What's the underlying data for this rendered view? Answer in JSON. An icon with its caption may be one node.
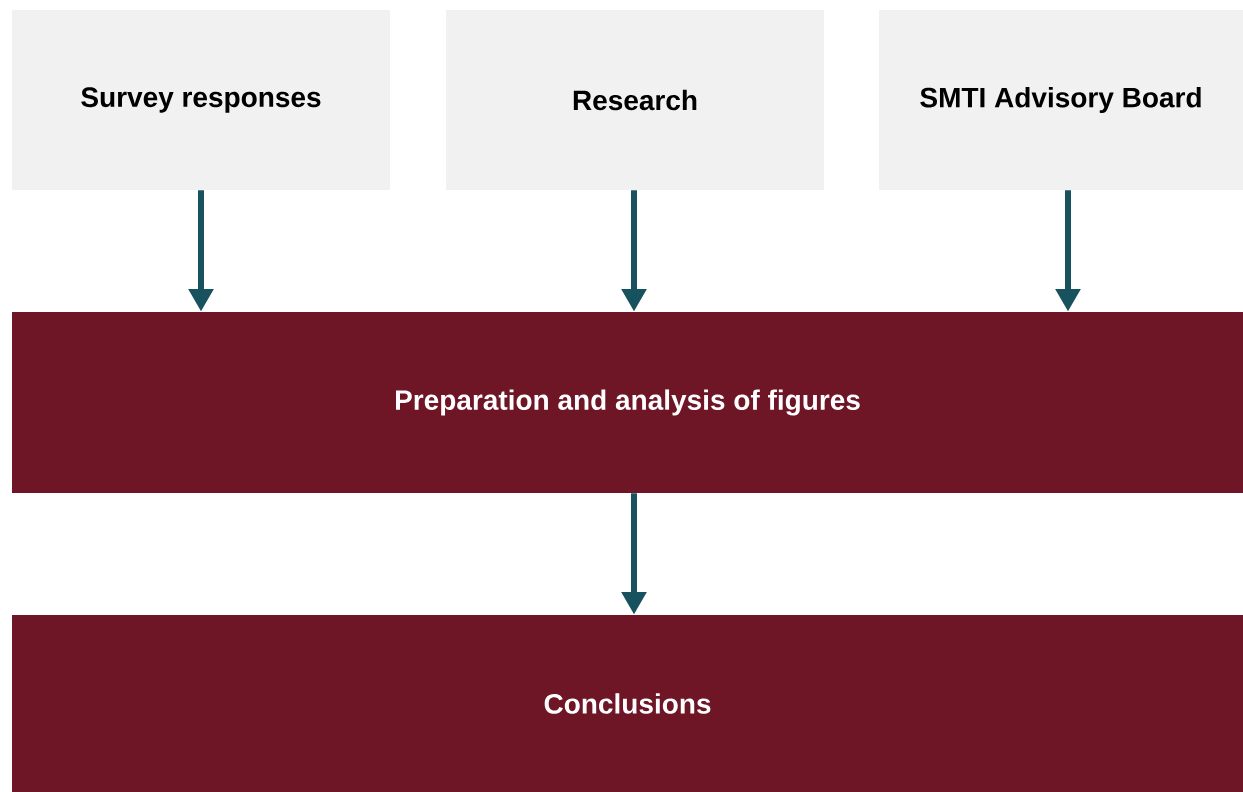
{
  "diagram": {
    "nodes": [
      {
        "text": [
          "Survey responses"
        ]
      },
      {
        "text": [
          "Research"
        ]
      },
      {
        "text": [
          "SMTI Advisory Board"
        ]
      },
      {
        "text": [
          "Preparation and analysis of figures"
        ]
      },
      {
        "text": [
          "Conclusions"
        ]
      }
    ],
    "edges": [
      {
        "from": 0,
        "to": 3,
        "arrow": "to"
      },
      {
        "from": 1,
        "to": 3,
        "arrow": "to"
      },
      {
        "from": 2,
        "to": 3,
        "arrow": "to"
      },
      {
        "from": 3,
        "to": 4,
        "arrow": "to"
      }
    ]
  }
}
